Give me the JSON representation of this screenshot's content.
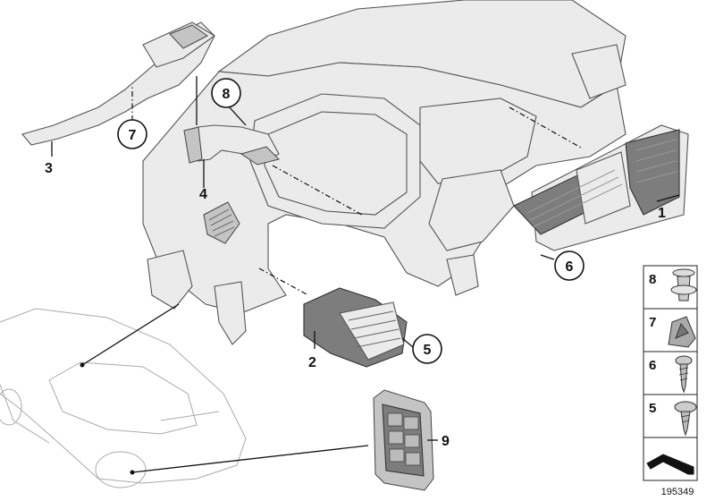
{
  "callouts": [
    {
      "id": "c1",
      "label": "1",
      "circled": false
    },
    {
      "id": "c2",
      "label": "2",
      "circled": false
    },
    {
      "id": "c3",
      "label": "3",
      "circled": false
    },
    {
      "id": "c4",
      "label": "4",
      "circled": false
    },
    {
      "id": "c5",
      "label": "5",
      "circled": true
    },
    {
      "id": "c6",
      "label": "6",
      "circled": true
    },
    {
      "id": "c7",
      "label": "7",
      "circled": true
    },
    {
      "id": "c8",
      "label": "8",
      "circled": true
    },
    {
      "id": "c9",
      "label": "9",
      "circled": false
    }
  ],
  "legend": [
    {
      "label": "8"
    },
    {
      "label": "7"
    },
    {
      "label": "6"
    },
    {
      "label": "5"
    }
  ],
  "reference_number": "195349"
}
